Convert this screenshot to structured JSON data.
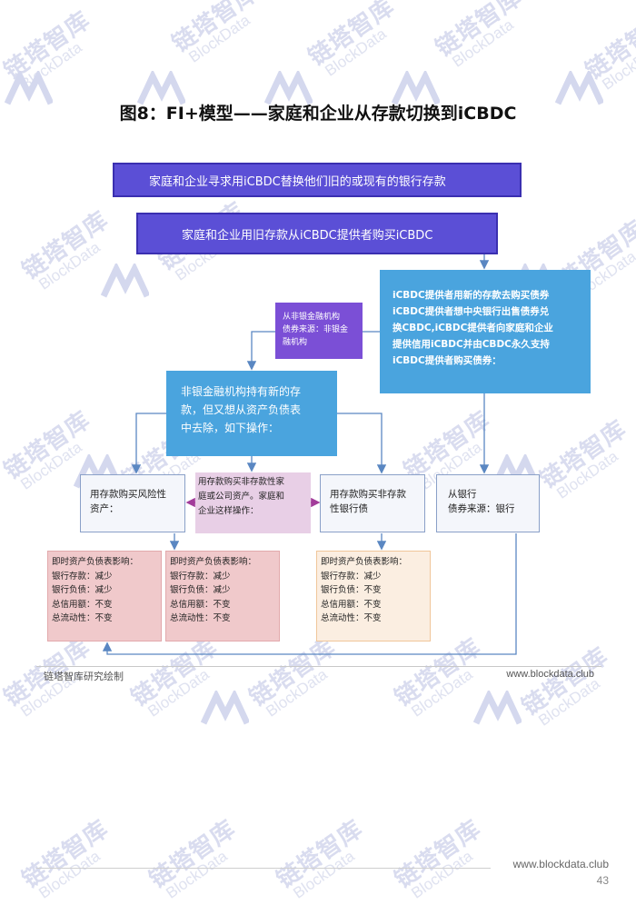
{
  "watermark": {
    "cn": "链塔智库",
    "en": "BlockData"
  },
  "title": "图8：FI+模型——家庭和企业从存款切换到iCBDC",
  "boxes": {
    "step1": "家庭和企业寻求用iCBDC替换他们旧的或现有的银行存款",
    "step2": "家庭和企业用旧存款从iCBDC提供者购买iCBDC",
    "provider": [
      "iCBDC提供者用新的存款去购买债券",
      "iCBDC提供者想中央银行出售债券兑",
      "换CBDC,iCBDC提供者向家庭和企业",
      "提供信用iCBDC并由CBDC永久支持",
      "iCBDC提供者购买债券："
    ],
    "nonbank_source": [
      "从非银金融机构",
      "债券来源：非银金",
      "融机构"
    ],
    "nonbank_holds": [
      "非银金融机构持有新的存",
      "款，但又想从资产负债表",
      "中去除，如下操作："
    ],
    "buy_risky": [
      "用存款购买风险性",
      "资产："
    ],
    "buy_nondeposit": [
      "用存款购买非存款性家",
      "庭或公司资产。家庭和",
      "企业这样操作："
    ],
    "buy_bank_debt": [
      "用存款购买非存款",
      "性银行债"
    ],
    "from_bank": [
      "从银行",
      "债券来源：银行"
    ],
    "impact_a": [
      "即时资产负债表影响：",
      "银行存款：减少",
      "银行负债：减少",
      "总信用额：不变",
      "总流动性：不变"
    ],
    "impact_b": [
      "即时资产负债表影响：",
      "银行存款：减少",
      "银行负债：减少",
      "总信用额：不变",
      "总流动性：不变"
    ],
    "impact_c": [
      "即时资产负债表影响：",
      "银行存款：减少",
      "银行负债：不变",
      "总信用额：不变",
      "总流动性：不变"
    ]
  },
  "footer": {
    "source": "链塔智库研究绘制",
    "site_inner": "www.blockdata.club",
    "site_outer": "www.blockdata.club",
    "page": "43"
  },
  "colors": {
    "purple_box": "#5b4fd6",
    "blue_box": "#4aa4de",
    "violet_box": "#7b4fd6",
    "pink_box": "#f0c9cb",
    "peach_box": "#fbeee1",
    "arrow": "#5a87c2",
    "magenta_arrow": "#a23c9a"
  }
}
